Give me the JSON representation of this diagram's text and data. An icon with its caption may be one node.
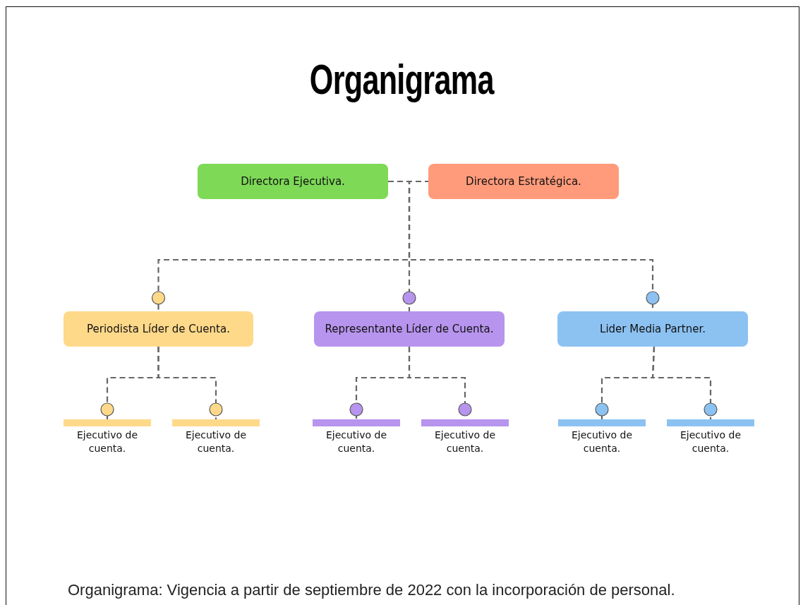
{
  "diagram": {
    "title": "Organigrama",
    "caption": "Organigrama: Vigencia a partir de septiembre de 2022 con la incorporación de personal.",
    "nodes": [
      {
        "text": [
          "Directora Ejecutiva."
        ]
      },
      {
        "text": [
          "Directora Estratégica."
        ]
      },
      {
        "text": [
          "Periodista Líder de Cuenta."
        ]
      },
      {
        "text": [
          "Representante Líder de Cuenta."
        ]
      },
      {
        "text": [
          "Lider Media Partner."
        ]
      },
      {
        "text": [
          "Ejecutivo de cuenta."
        ]
      },
      {
        "text": [
          "Ejecutivo de cuenta."
        ]
      },
      {
        "text": [
          "Ejecutivo de cuenta."
        ]
      },
      {
        "text": [
          "Ejecutivo de cuenta."
        ]
      },
      {
        "text": [
          "Ejecutivo de cuenta."
        ]
      },
      {
        "text": [
          "Ejecutivo de cuenta."
        ]
      }
    ],
    "edges": [
      {
        "from": 0,
        "to": 1,
        "arrow": "none",
        "style": "dashed"
      },
      {
        "from": 0,
        "to": 2,
        "arrow": "other",
        "style": "dashed"
      },
      {
        "from": 0,
        "to": 3,
        "arrow": "other",
        "style": "dashed"
      },
      {
        "from": 0,
        "to": 4,
        "arrow": "other",
        "style": "dashed"
      },
      {
        "from": 2,
        "to": 5,
        "arrow": "other",
        "style": "dashed"
      },
      {
        "from": 2,
        "to": 6,
        "arrow": "other",
        "style": "dashed"
      },
      {
        "from": 3,
        "to": 7,
        "arrow": "other",
        "style": "dashed"
      },
      {
        "from": 3,
        "to": 8,
        "arrow": "other",
        "style": "dashed"
      },
      {
        "from": 4,
        "to": 9,
        "arrow": "other",
        "style": "dashed"
      },
      {
        "from": 4,
        "to": 10,
        "arrow": "other",
        "style": "dashed"
      }
    ]
  }
}
